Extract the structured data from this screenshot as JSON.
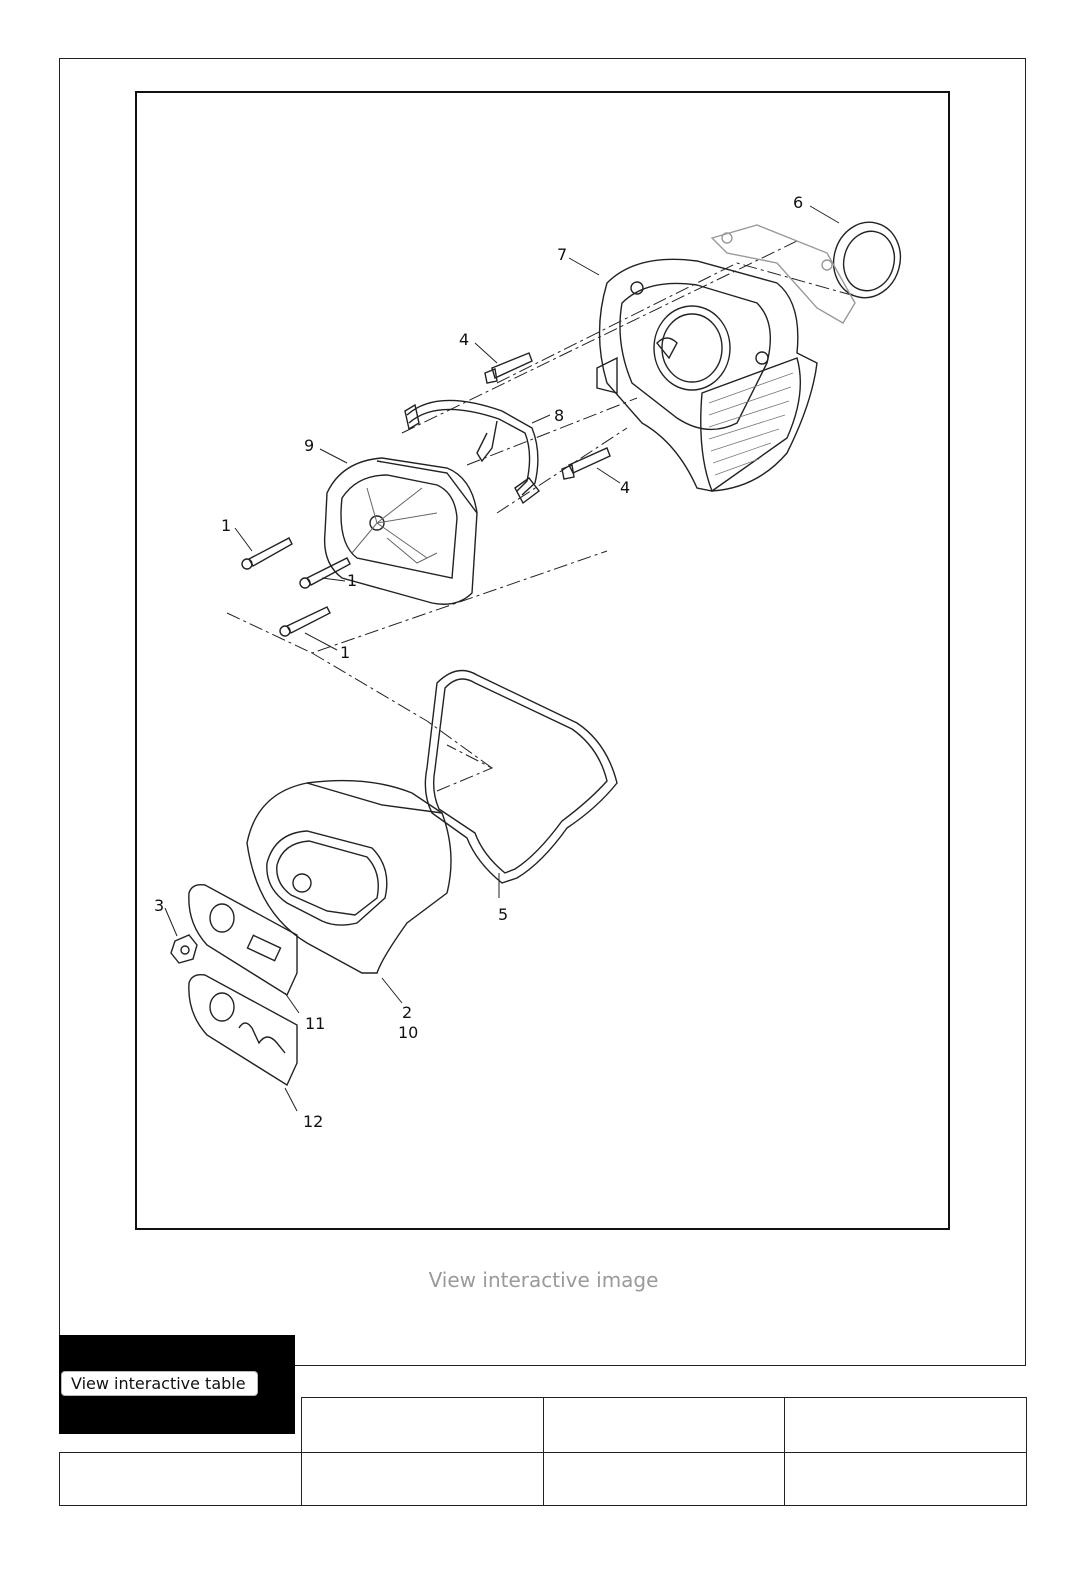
{
  "diagram": {
    "callouts": [
      {
        "id": "c6",
        "text": "6"
      },
      {
        "id": "c7",
        "text": "7"
      },
      {
        "id": "c4a",
        "text": "4"
      },
      {
        "id": "c8",
        "text": "8"
      },
      {
        "id": "c4b",
        "text": "4"
      },
      {
        "id": "c9",
        "text": "9"
      },
      {
        "id": "c1a",
        "text": "1"
      },
      {
        "id": "c1b",
        "text": "1"
      },
      {
        "id": "c1c",
        "text": "1"
      },
      {
        "id": "c5",
        "text": "5"
      },
      {
        "id": "c3",
        "text": "3"
      },
      {
        "id": "c11",
        "text": "11"
      },
      {
        "id": "c2",
        "text": "2"
      },
      {
        "id": "c10",
        "text": "10"
      },
      {
        "id": "c12",
        "text": "12"
      }
    ]
  },
  "links": {
    "view_image": "View interactive image",
    "view_table": "View interactive table"
  }
}
